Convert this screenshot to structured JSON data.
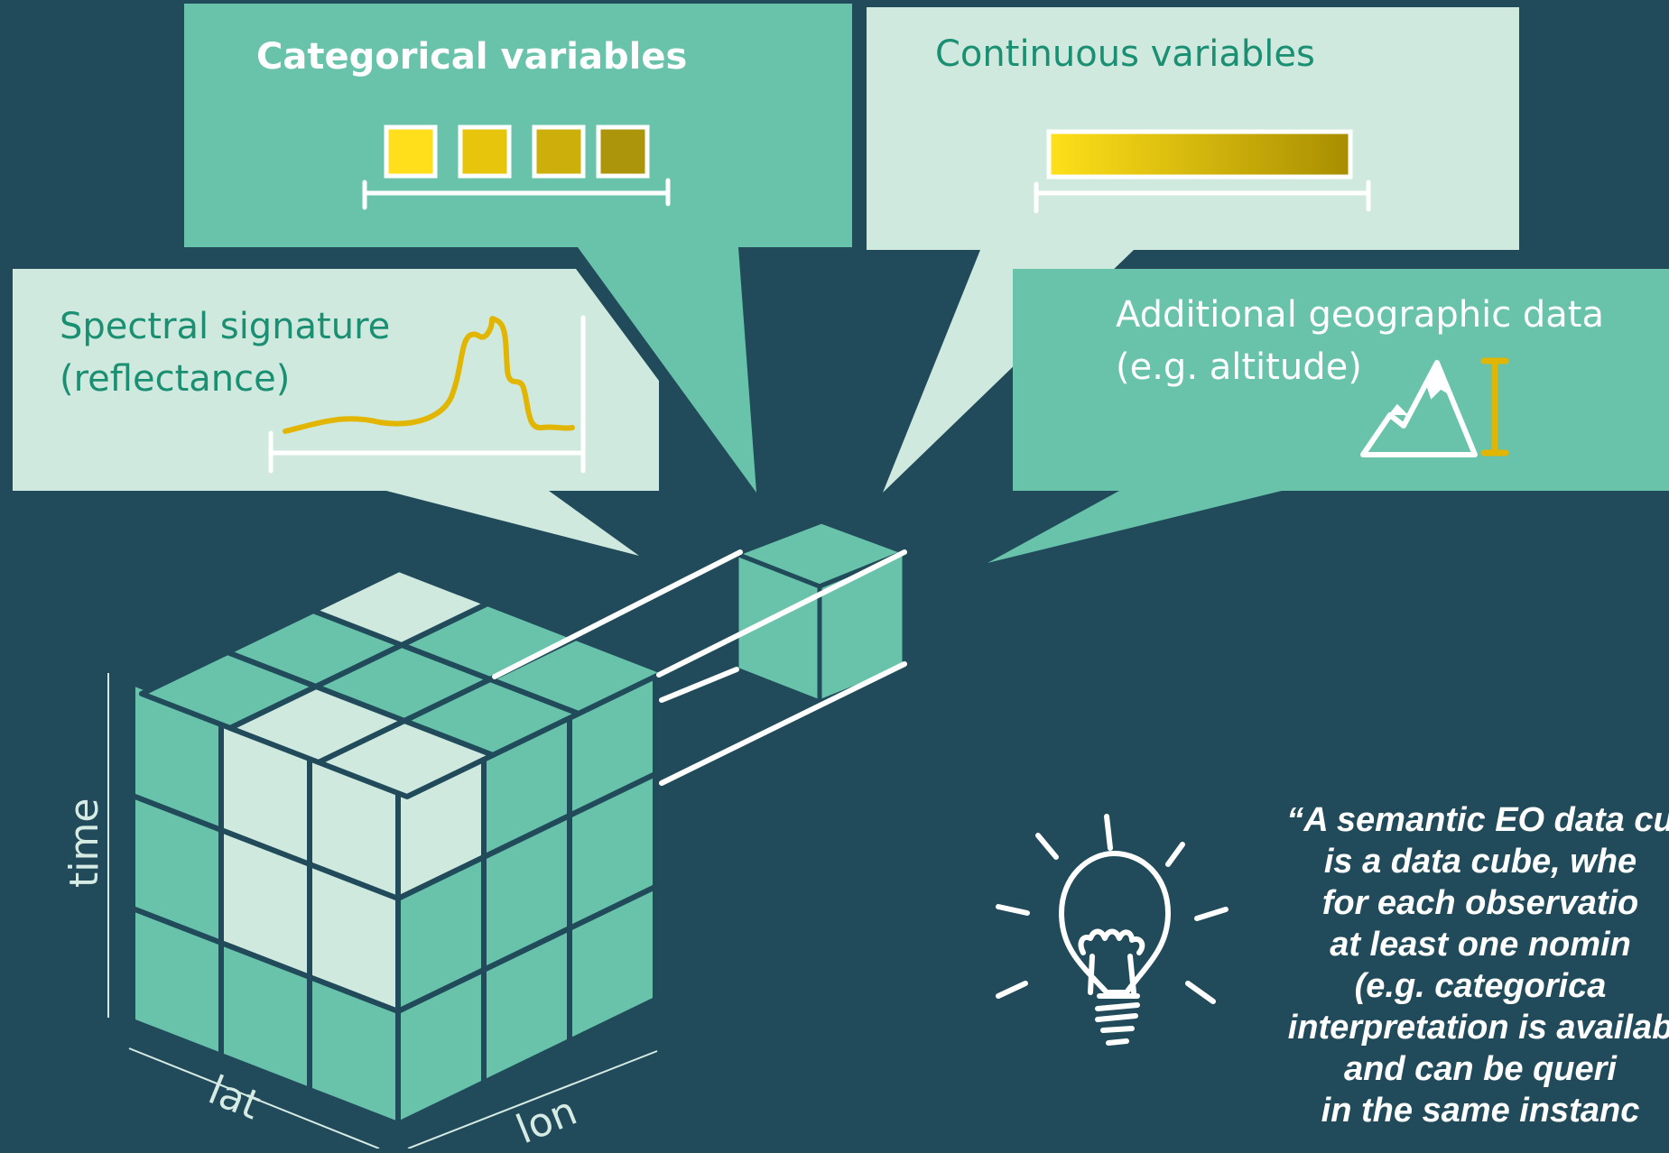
{
  "colors": {
    "background": "#214b5a",
    "teal": "#68c3aa",
    "pale": "#cfe9df",
    "gold": "#e8c000",
    "white": "#ffffff"
  },
  "boxes": {
    "categorical": {
      "title": "Categorical variables"
    },
    "continuous": {
      "title": "Continuous variables"
    },
    "spectral": {
      "line1": "Spectral signature",
      "line2": "(reflectance)"
    },
    "geographic": {
      "line1": "Additional geographic data",
      "line2": "(e.g. altitude)"
    }
  },
  "cube_axes": {
    "time": "time",
    "lat": "lat",
    "lon": "lon"
  },
  "quote": {
    "lines": [
      "“A semantic EO data cu",
      "is a data cube, whe",
      "for each observatio",
      "at least one nomin",
      "(e.g. categorica",
      "interpretation is availab",
      "and can be queri",
      "in the same instanc"
    ]
  },
  "icons": [
    "lightbulb-icon",
    "mountain-icon",
    "swatch-icon",
    "gradient-bar-icon",
    "spectral-curve-icon"
  ]
}
